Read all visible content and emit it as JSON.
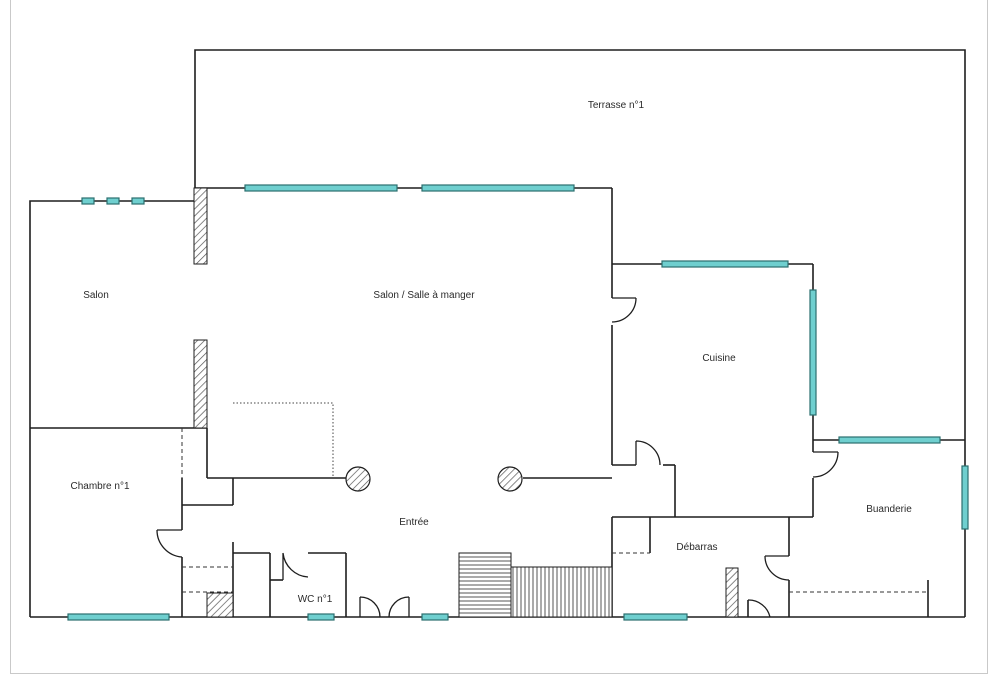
{
  "rooms": {
    "terrasse": "Terrasse n°1",
    "salon": "Salon",
    "salon_salle": "Salon / Salle à manger",
    "cuisine": "Cuisine",
    "chambre": "Chambre n°1",
    "entree": "Entrée",
    "buanderie": "Buanderie",
    "debarras": "Débarras",
    "wc": "WC n°1"
  },
  "colors": {
    "wall": "#1e1e1e",
    "window": "#6fcfcf",
    "window_stroke": "#2b6f6f",
    "hatch": "#555555"
  }
}
